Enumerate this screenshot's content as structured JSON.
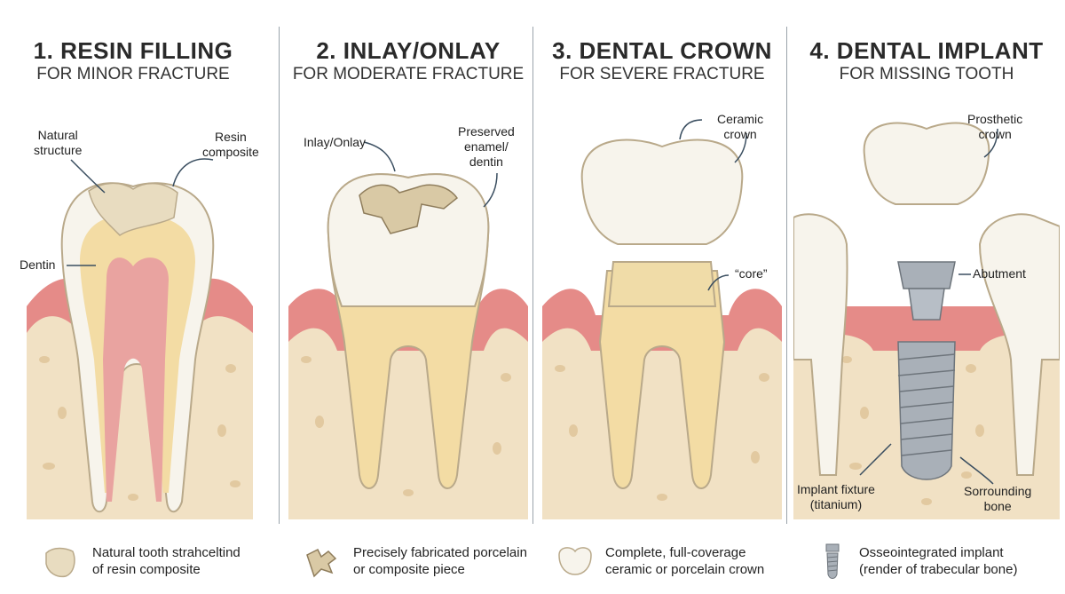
{
  "panels": [
    {
      "title": "1. RESIN FILLING",
      "subtitle": "FOR MINOR FRACTURE",
      "labels": {
        "natural": [
          "Natural",
          "structure"
        ],
        "resin": [
          "Resin",
          "composite"
        ],
        "dentin": "Dentin"
      },
      "footer": [
        "Natural tooth strahceltind",
        "of resin composite"
      ],
      "icon": "resin-piece-icon"
    },
    {
      "title": "2. INLAY/ONLAY",
      "subtitle": "FOR MODERATE FRACTURE",
      "labels": {
        "inlay": "Inlay/Onlay",
        "preserved": [
          "Preserved",
          "enamel/",
          "dentin"
        ]
      },
      "footer": [
        "Precisely fabricated porcelain",
        "or composite piece"
      ],
      "icon": "inlay-piece-icon"
    },
    {
      "title": "3. DENTAL CROWN",
      "subtitle": "FOR SEVERE FRACTURE",
      "labels": {
        "crown": [
          "Ceramic",
          "crown"
        ],
        "core": "“core”"
      },
      "footer": [
        "Complete, full-coverage",
        "ceramic or porcelain crown"
      ],
      "icon": "crown-icon"
    },
    {
      "title": "4. DENTAL IMPLANT",
      "subtitle": "FOR MISSING TOOTH",
      "labels": {
        "prosthetic": [
          "Prosthetic",
          "crown"
        ],
        "abutment": "Abutment",
        "fixture": [
          "Implant fixture",
          "(titanium)"
        ],
        "bone": [
          "Sorrounding",
          "bone"
        ]
      },
      "footer": [
        "Osseointegrated implant",
        "(render of trabecular bone)"
      ],
      "icon": "implant-icon"
    }
  ],
  "colors": {
    "gum": "#e58b88",
    "gum_light": "#f2b3ae",
    "bone": "#f1e1c4",
    "enamel": "#f7f4ec",
    "dentin": "#f3dca4",
    "pulp": "#e9a3a0",
    "resin": "#e8dcc0",
    "titanium": "#a9b0b8",
    "divider": "#9aa3ab"
  }
}
